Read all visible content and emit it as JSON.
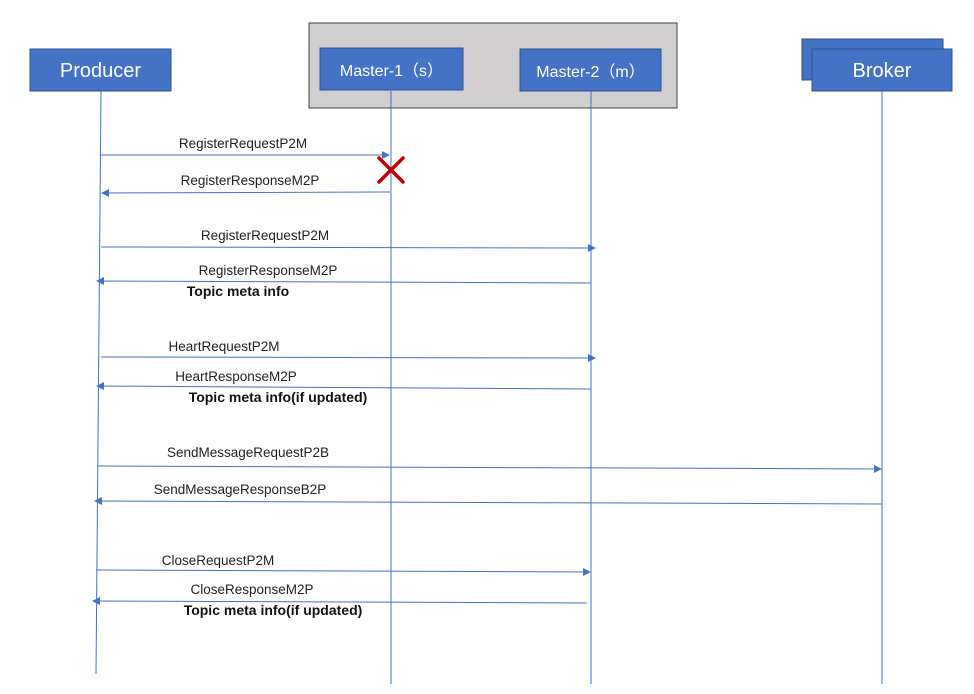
{
  "colors": {
    "box_fill": "#4472c4",
    "box_stroke": "#2f528f",
    "line": "#4472c4",
    "group_fill": "#d0cece",
    "group_stroke": "#404040",
    "failure_mark": "#c00000"
  },
  "actors": {
    "producer": "Producer",
    "master1": "Master-1（s）",
    "master2": "Master-2（m）",
    "broker": "Broker"
  },
  "failure_icon": "cross-icon",
  "messages": [
    {
      "label": "RegisterRequestP2M",
      "from": "producer",
      "to": "master1"
    },
    {
      "label": "RegisterResponseM2P",
      "from": "master1",
      "to": "producer"
    },
    {
      "label": "RegisterRequestP2M",
      "from": "producer",
      "to": "master2"
    },
    {
      "label": "RegisterResponseM2P",
      "from": "master2",
      "to": "producer",
      "note": "Topic meta info"
    },
    {
      "label": "HeartRequestP2M",
      "from": "producer",
      "to": "master2"
    },
    {
      "label": "HeartResponseM2P",
      "from": "master2",
      "to": "producer",
      "note": "Topic meta info(if updated)"
    },
    {
      "label": "SendMessageRequestP2B",
      "from": "producer",
      "to": "broker"
    },
    {
      "label": "SendMessageResponseB2P",
      "from": "broker",
      "to": "producer"
    },
    {
      "label": "CloseRequestP2M",
      "from": "producer",
      "to": "master2"
    },
    {
      "label": "CloseResponseM2P",
      "from": "master2",
      "to": "producer",
      "note": "Topic meta info(if updated)"
    }
  ]
}
